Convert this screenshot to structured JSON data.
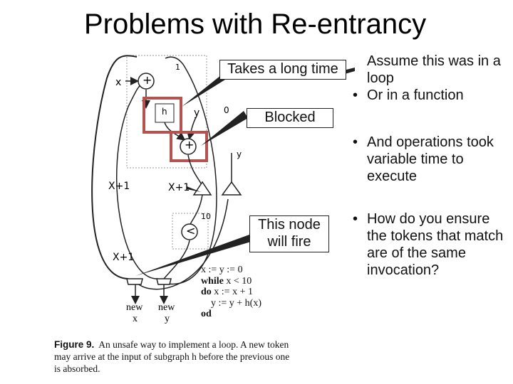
{
  "slide": {
    "title": "Problems with Re-entrancy"
  },
  "callouts": {
    "takes_long": "Takes a long time",
    "blocked": "Blocked",
    "node_fire": "This node will fire"
  },
  "bullets": [
    "Assume this was in a loop",
    "Or in a function",
    "And operations took variable time to execute",
    "How do you ensure the tokens that match are of the same invocation?"
  ],
  "diagram": {
    "labels": {
      "x_input": "x",
      "y_input": "y",
      "y_mid": "y",
      "x_plus_1_left": "X+1",
      "x_plus_1_mid": "X+1",
      "x_plus_1_bottom": "X+1",
      "h_box": "h",
      "const_one": "1",
      "const_zero": "0",
      "const_ten": "10",
      "new_x_1": "new",
      "new_x_2": "x",
      "new_y_1": "new",
      "new_y_2": "y",
      "plus_1": "+",
      "plus_2": "+",
      "less_than": "<"
    },
    "code_lines": {
      "line1": "x := y := 0",
      "line2_kw": "while",
      "line2_rest": " x < 10",
      "line3_kw": "do",
      "line3_rest": " x := x + 1",
      "line4": "y := y + h(x)",
      "line5_kw": "od"
    },
    "caption": {
      "figure": "Figure 9.",
      "text": "An unsafe way to implement a loop. A new token may arrive at the input of subgraph h before the previous one is absorbed."
    }
  },
  "colors": {
    "highlight": "#b5544f",
    "line": "#222222"
  }
}
